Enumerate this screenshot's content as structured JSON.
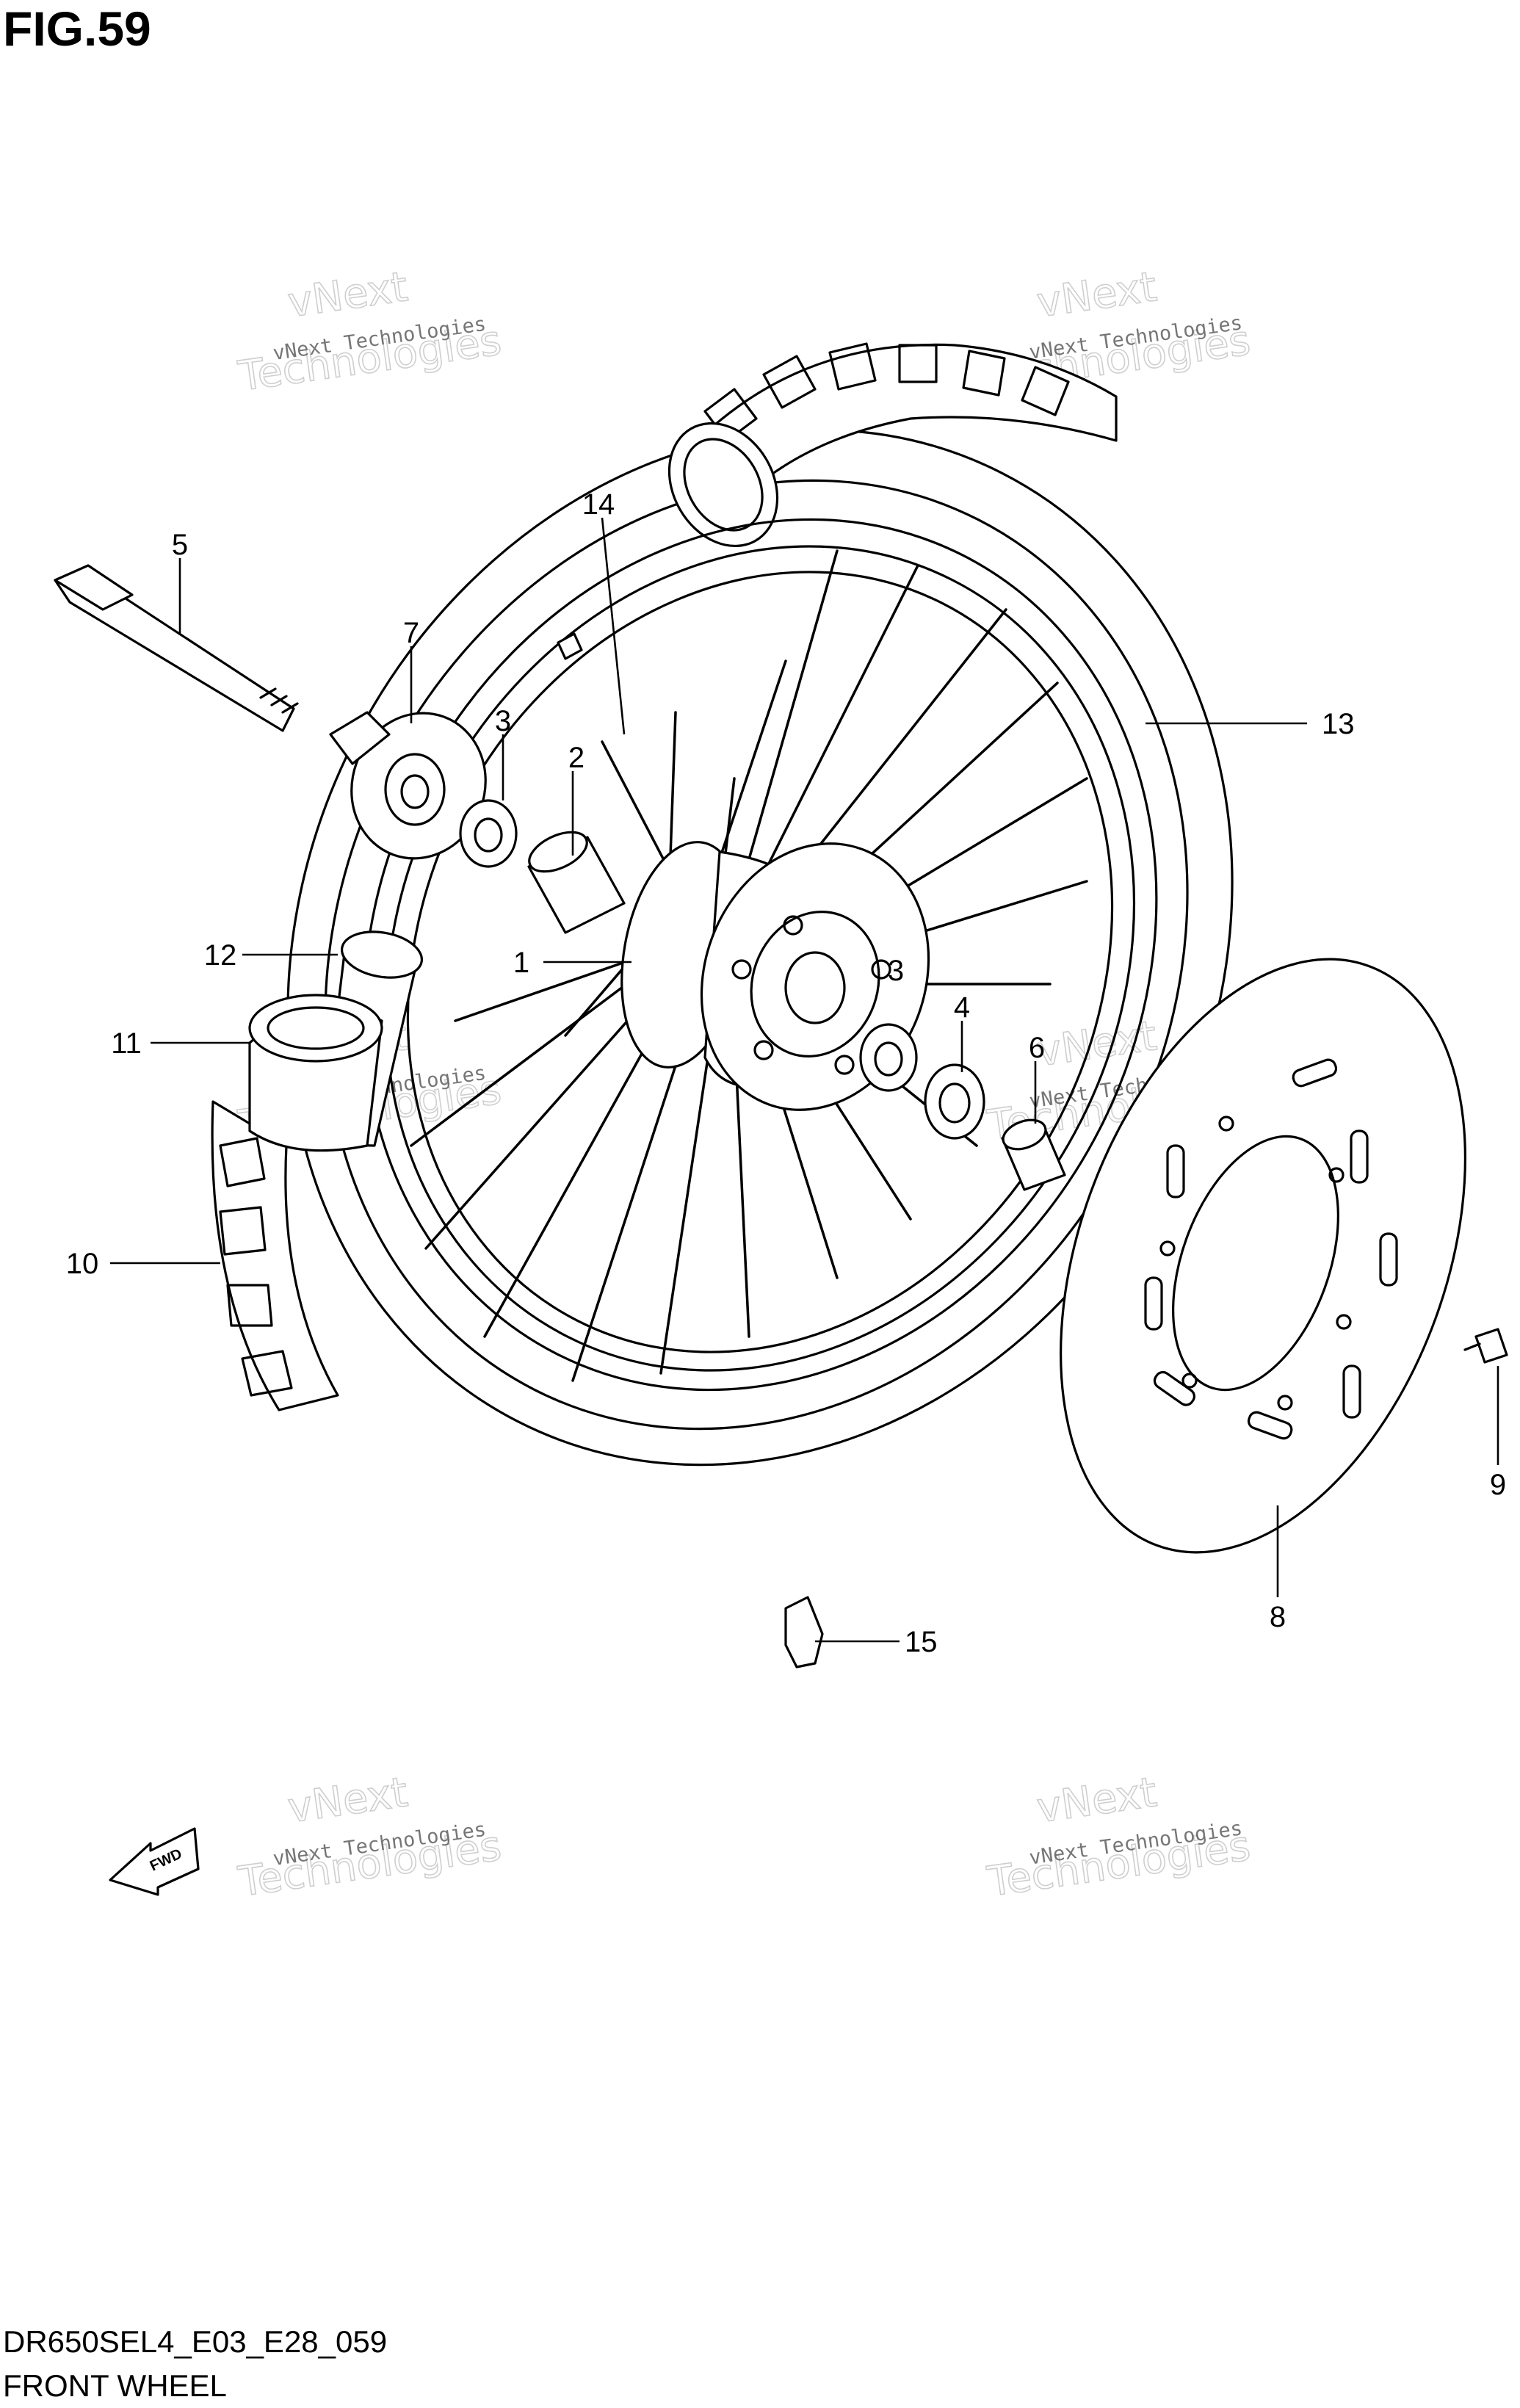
{
  "figure": {
    "title": "FIG.59",
    "code": "DR650SEL4_E03_E28_059",
    "name": "FRONT WHEEL"
  },
  "callouts": {
    "c1": "1",
    "c2": "2",
    "c3a": "3",
    "c3b": "3",
    "c4": "4",
    "c5": "5",
    "c6": "6",
    "c7": "7",
    "c8": "8",
    "c9": "9",
    "c10": "10",
    "c11": "11",
    "c12": "12",
    "c13": "13",
    "c14": "14",
    "c15": "15"
  },
  "direction_badge": "FWD",
  "watermark": {
    "small": "vNext Technologies",
    "big_line1": "vNext",
    "big_line2": "Technologies"
  }
}
